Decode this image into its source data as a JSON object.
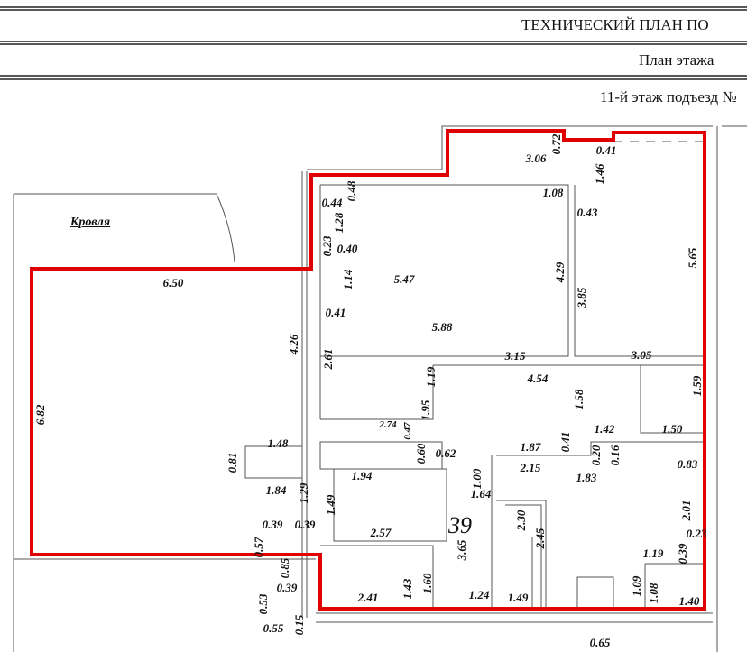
{
  "header": {
    "title": "ТЕХНИЧЕСКИЙ ПЛАН ПО",
    "subtitle": "План этажа",
    "floor": "11-й этаж подъезд №"
  },
  "plan": {
    "roof_label": "Кровля",
    "unit_number": "39",
    "highlight_color": "#e00000",
    "dimensions": [
      "0.72",
      "3.06",
      "0.41",
      "1.46",
      "0.48",
      "1.08",
      "0.43",
      "0.44",
      "1.28",
      "0.23",
      "0.40",
      "1.14",
      "5.47",
      "4.29",
      "3.85",
      "5.65",
      "0.41",
      "5.88",
      "4.26",
      "2.61",
      "3.15",
      "3.05",
      "1.19",
      "4.54",
      "1.58",
      "1.59",
      "1.95",
      "6.82",
      "2.74",
      "0.47",
      "1.42",
      "1.50",
      "1.48",
      "0.81",
      "1.87",
      "0.41",
      "0.60",
      "0.62",
      "0.20",
      "0.16",
      "0.83",
      "2.15",
      "1.83",
      "1.00",
      "1.94",
      "1.84",
      "1.29",
      "1.64",
      "1.49",
      "2.57",
      "3.65",
      "2.30",
      "2.45",
      "2.01",
      "0.23",
      "0.39",
      "0.39",
      "0.57",
      "0.39",
      "1.19",
      "0.85",
      "0.39",
      "1.43",
      "1.60",
      "1.09",
      "1.08",
      "2.41",
      "1.24",
      "1.49",
      "1.40",
      "0.53",
      "0.55",
      "0.15",
      "0.65",
      "6.50"
    ]
  }
}
